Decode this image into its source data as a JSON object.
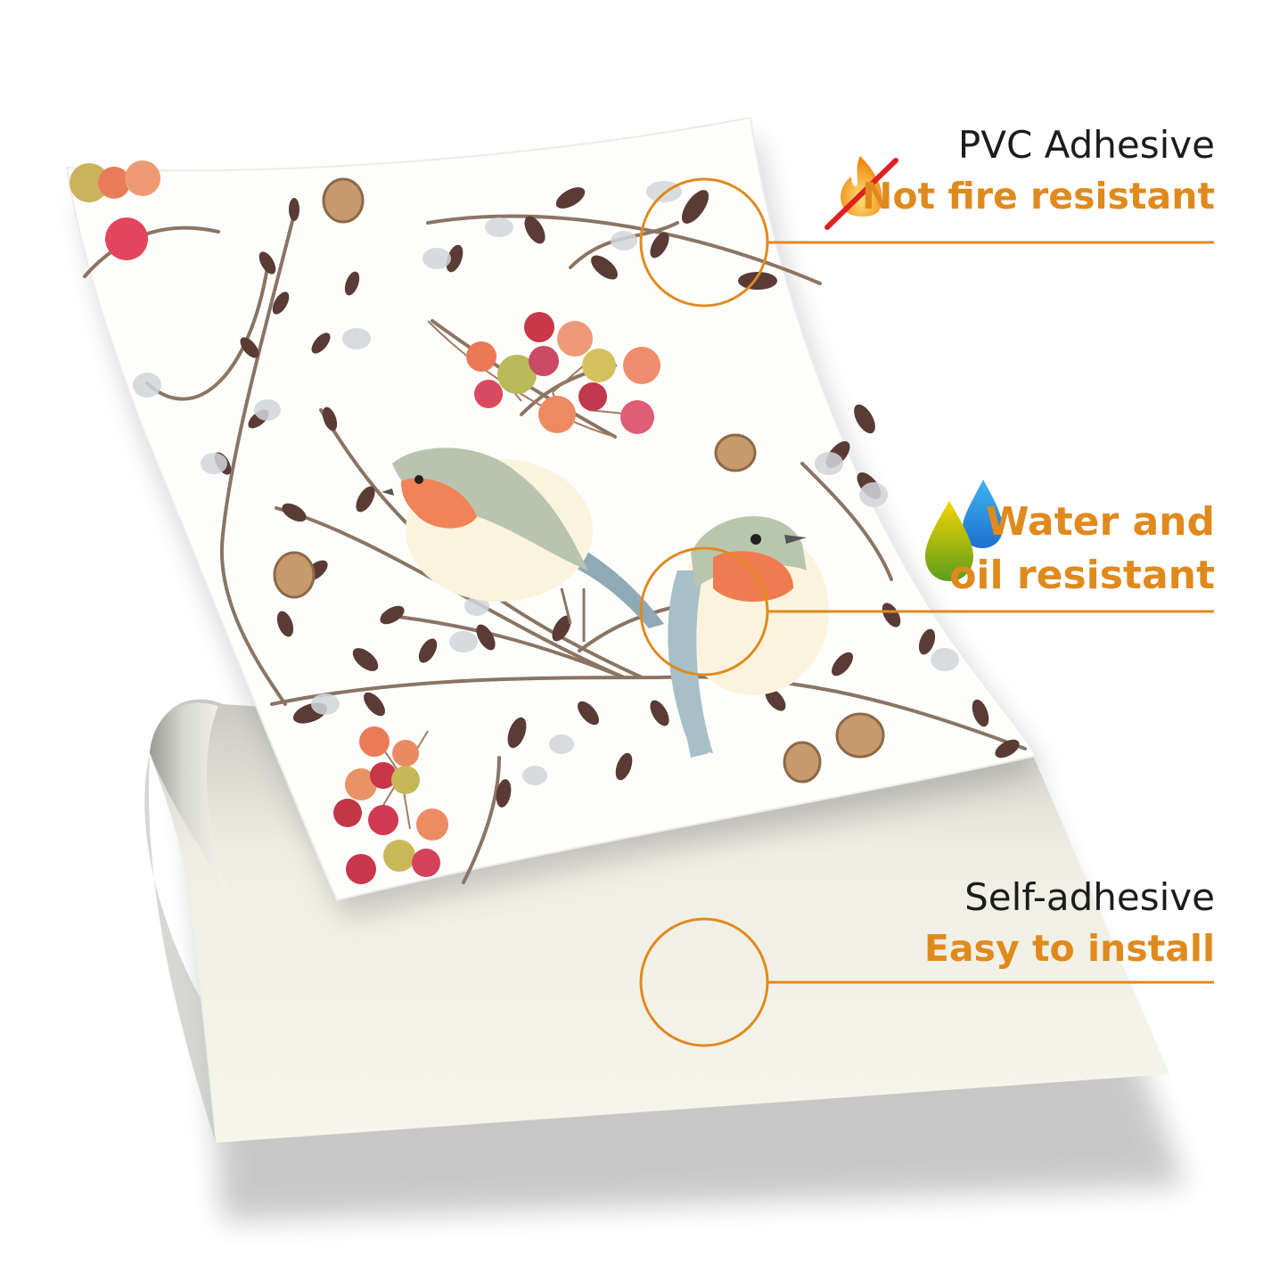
{
  "features": [
    {
      "title": "PVC Adhesive",
      "subtitle": "Not fire resistant",
      "icon": "no-fire-icon"
    },
    {
      "subtitle_line1": "Water and",
      "subtitle_line2": "oil resistant",
      "icon": "water-oil-drops-icon"
    },
    {
      "title": "Self-adhesive",
      "subtitle": "Easy to install",
      "icon": "none"
    }
  ],
  "colors": {
    "accent": "#e08a1e",
    "text": "#1c1c1c",
    "backing": "#f3f2e6"
  }
}
